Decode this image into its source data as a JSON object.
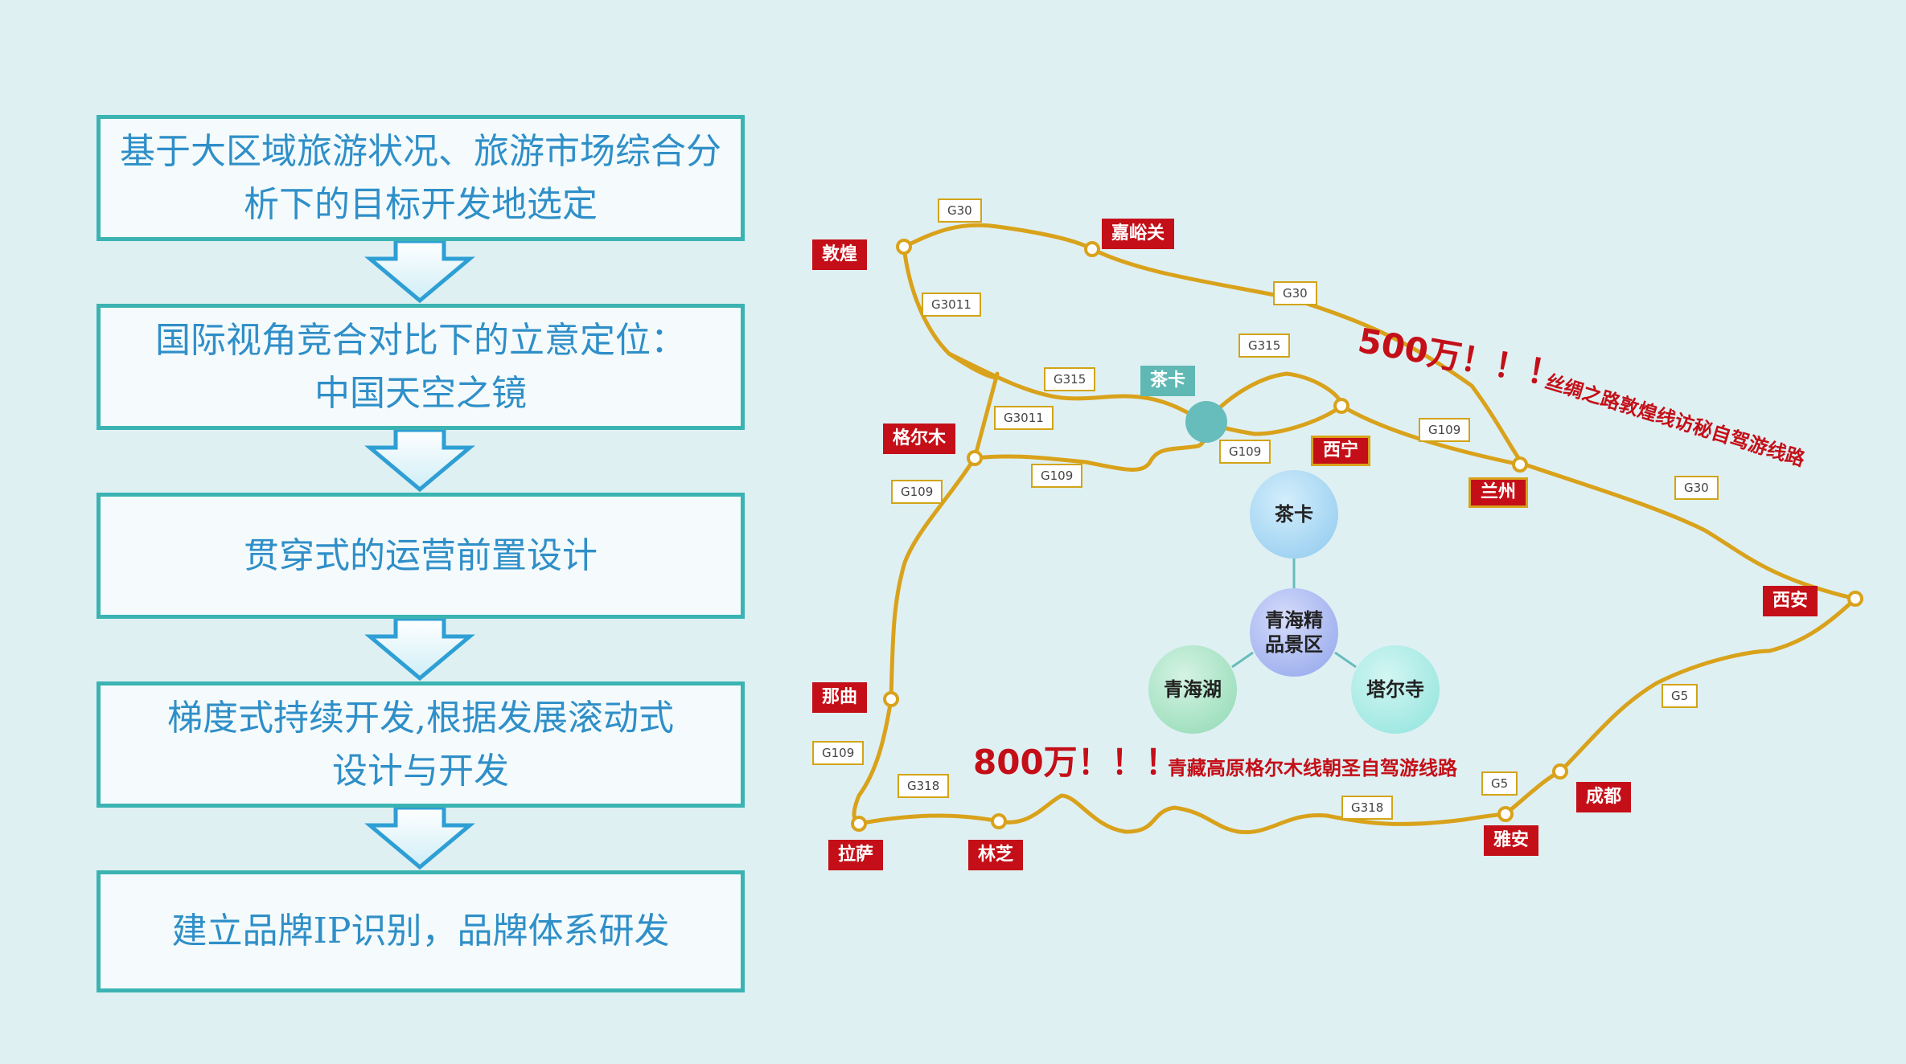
{
  "flow": {
    "steps": [
      "基于大区域旅游状况、旅游市场综合分\n析下的目标开发地选定",
      "国际视角竞合对比下的立意定位：\n中国天空之镜",
      "贯穿式的运营前置设计",
      "梯度式持续开发,根据发展滚动式\n设计与开发",
      "建立品牌IP识别，品牌体系研发"
    ]
  },
  "map": {
    "cities": {
      "dunhuang": "敦煌",
      "jiayuguan": "嘉峪关",
      "golmud": "格尔木",
      "xining": "西宁",
      "lanzhou": "兰州",
      "xian": "西安",
      "naqu": "那曲",
      "lhasa": "拉萨",
      "linzhi": "林芝",
      "yaan": "雅安",
      "chengdu": "成都"
    },
    "chaka_tag": "茶卡",
    "roads": {
      "g30_top": "G30",
      "g30_mid": "G30",
      "g30_east": "G30",
      "g3011_a": "G3011",
      "g3011_b": "G3011",
      "g315_a": "G315",
      "g315_b": "G315",
      "g109_a": "G109",
      "g109_b": "G109",
      "g109_c": "G109",
      "g109_d": "G109",
      "g109_e": "G109",
      "g5_a": "G5",
      "g5_b": "G5",
      "g318_a": "G318",
      "g318_b": "G318"
    },
    "circles": {
      "chaka": "茶卡",
      "center": "青海精\n品景区",
      "qinghai_lake": "青海湖",
      "taer": "塔尔寺"
    },
    "annotations": {
      "north_count": "500万！！！",
      "north_route": "丝绸之路敦煌线访秘自驾游线路",
      "south_count": "800万！！！",
      "south_route": "青藏高原格尔木线朝圣自驾游线路"
    },
    "colors": {
      "road": "#d9a21b",
      "city_tag": "#c40f18",
      "box_border": "#3bb3b3",
      "box_text": "#2f8fc8"
    }
  }
}
